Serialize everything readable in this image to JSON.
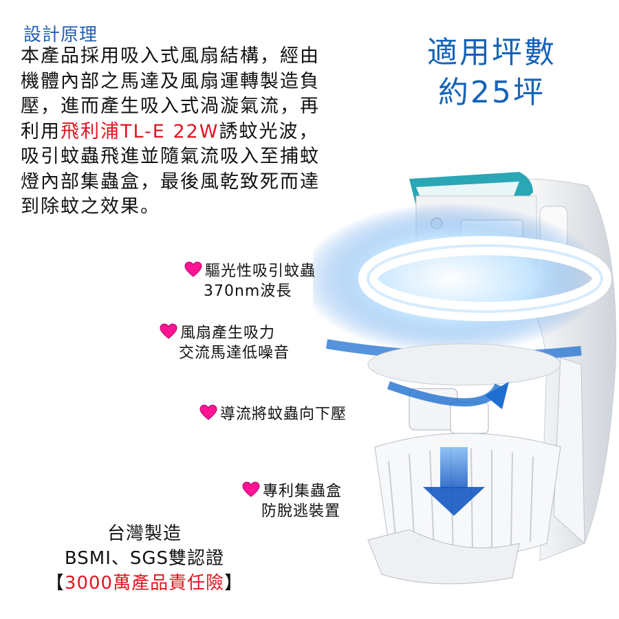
{
  "principle": {
    "title": "設計原理",
    "text_before": "本產品採用吸入式風扇結構，經由機體內部之馬達及風扇運轉製造負壓，進而產生吸入式渦漩氣流，再利用",
    "text_highlight": "飛利浦TL-E 22W",
    "text_after": "誘蚊光波，吸引蚊蟲飛進並隨氣流吸入至捕蚊燈內部集蟲盒，最後風乾致死而達到除蚊之效果。"
  },
  "coverage": {
    "line1": "適用坪數",
    "line2": "約25坪"
  },
  "features": [
    {
      "icon": "heart-icon",
      "line1": "驅光性吸引蚊蟲",
      "line2": "370nm波長"
    },
    {
      "icon": "heart-icon",
      "line1": "風扇產生吸力",
      "line2": "交流馬達低噪音"
    },
    {
      "icon": "heart-icon",
      "line1": "導流將蚊蟲向下壓",
      "line2": ""
    },
    {
      "icon": "heart-icon",
      "line1": "專利集蟲盒",
      "line2": "防脫逃裝置"
    }
  ],
  "footer": {
    "line1": "台灣製造",
    "line2": "BSMI、SGS雙認證",
    "bracket_open": "【",
    "insurance": "3000萬產品責任險",
    "bracket_close": "】"
  },
  "colors": {
    "title_blue": "#1f5fb5",
    "highlight_red": "#e0141e",
    "heart_pink": "#ff1493",
    "product_teal": "#2aa6b5",
    "airflow_blue": "#1e6fd0"
  }
}
